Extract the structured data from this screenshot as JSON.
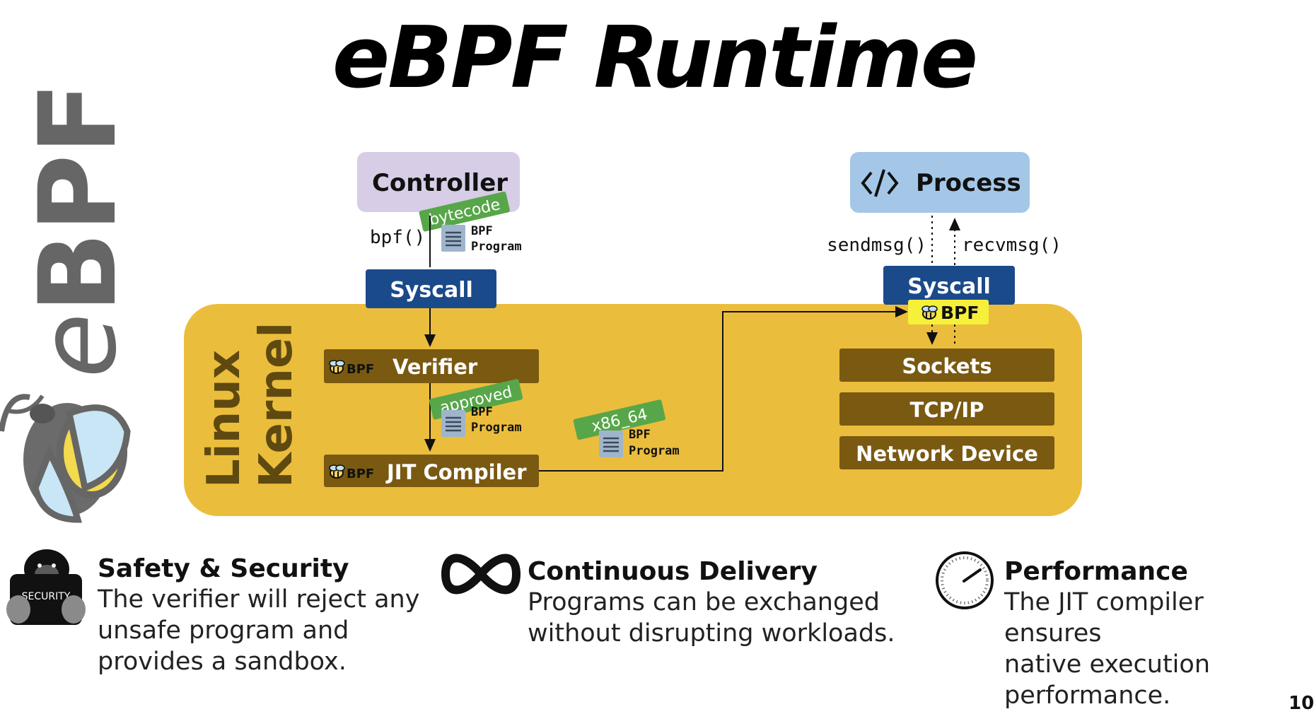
{
  "title": "eBPF Runtime",
  "logo": {
    "wordmark": "eBPF"
  },
  "diagram": {
    "controller": "Controller",
    "process": "Process",
    "process_icon": "code-icon",
    "syscall_left": "Syscall",
    "syscall_right": "Syscall",
    "bpf_call": "bpf()",
    "sendmsg": "sendmsg()",
    "recvmsg": "recvmsg()",
    "kernel": [
      "Linux",
      "Kernel"
    ],
    "verifier": "Verifier",
    "jit": "JIT Compiler",
    "bpf_badge": "BPF",
    "hook_badge": "BPF",
    "stack": [
      "Sockets",
      "TCP/IP",
      "Network Device"
    ],
    "tags": {
      "bytecode": "bytecode",
      "approved": "approved",
      "arch": "x86_64"
    },
    "program_label": [
      "BPF",
      "Program"
    ]
  },
  "features": [
    {
      "title": "Safety & Security",
      "text": "The verifier will reject any\nunsafe program and\nprovides a sandbox.",
      "icon": "security-gorilla-icon",
      "icon_text": "SECURITY"
    },
    {
      "title": "Continuous Delivery",
      "text": "Programs can be exchanged\nwithout disrupting workloads.",
      "icon": "infinity-icon"
    },
    {
      "title": "Performance",
      "text": "The JIT compiler ensures\nnative execution\nperformance.",
      "icon": "speedometer-icon"
    }
  ],
  "slide_number": "10",
  "colors": {
    "kernel_bg": "#ebbd3c",
    "box_brown": "#7a5911",
    "syscall_blue": "#1b4a8a",
    "controller_bg": "#d7cde6",
    "process_bg": "#a4c7e8",
    "tag_green": "#58a64a",
    "hook_yellow": "#f6f03a"
  }
}
